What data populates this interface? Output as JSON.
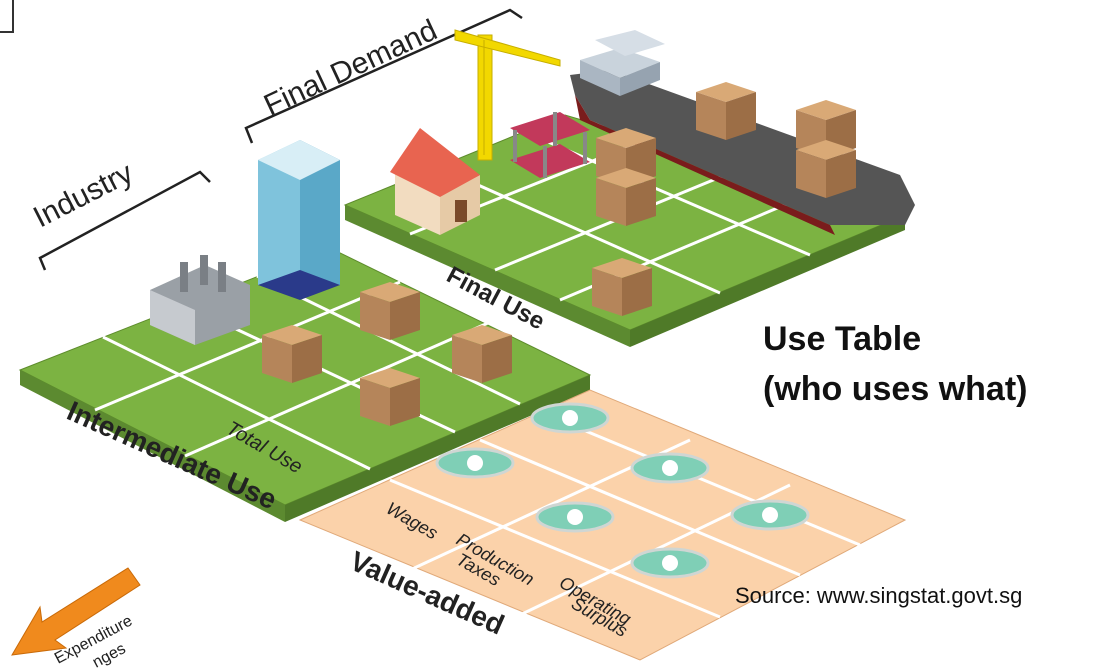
{
  "title": {
    "line1": "Use Table",
    "line2": "(who uses what)"
  },
  "source": "Source: www.singstat.govt.sg",
  "brackets": {
    "industry": "Industry",
    "final_demand": "Final Demand"
  },
  "grid_labels": {
    "intermediate_use": "Intermediate Use",
    "total_use": "Total Use",
    "final_use": "Final Use",
    "value_added": "Value-added"
  },
  "value_added_items": {
    "wages": "Wages",
    "production": "Production",
    "taxes": "Taxes",
    "operating": "Operating",
    "surplus": "Surplus"
  },
  "arrow": {
    "line1": "Expenditure",
    "line2": "nges"
  },
  "colors": {
    "grass": "#7cb342",
    "grass_line": "#ffffff",
    "value_added_fill": "#fbd2aa",
    "box": "#b5855a",
    "money": "#7fcfb6",
    "arrow": "#f08a1d"
  },
  "icons": [
    "factory-icon",
    "office-tower-icon",
    "house-icon",
    "construction-crane-icon",
    "cargo-ship-icon",
    "cardboard-box-icon",
    "money-bill-icon",
    "arrow-icon"
  ]
}
